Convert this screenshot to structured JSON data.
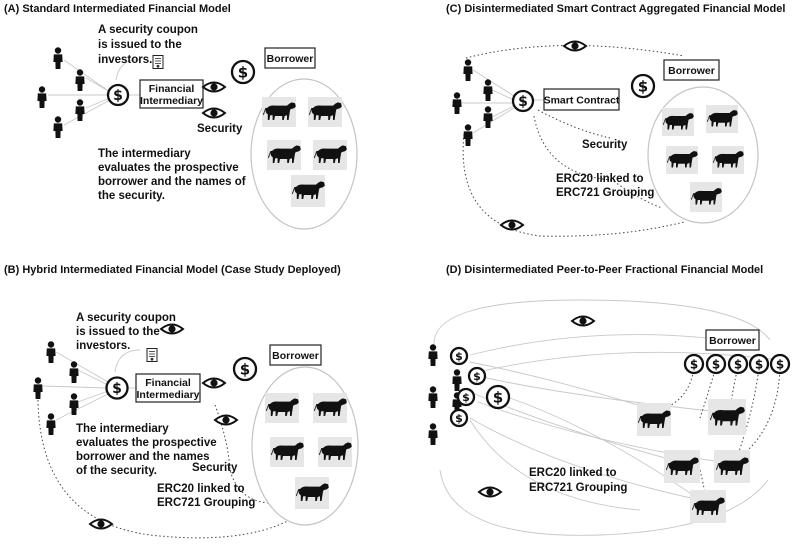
{
  "panels": {
    "a": {
      "title": "(A) Standard Intermediated Financial Model",
      "coupon_text": [
        "A security coupon",
        "is issued to the",
        "investors."
      ],
      "intermediary_label": [
        "Financial",
        "Intermediary"
      ],
      "borrower_label": "Borrower",
      "security_label": "Security",
      "evaluation_text": [
        "The intermediary",
        "evaluates the prospective",
        "borrower and the names of",
        "the security."
      ]
    },
    "b": {
      "title": "(B) Hybrid Intermediated Financial Model (Case Study Deployed)",
      "coupon_text": [
        "A security coupon",
        "is issued to the",
        "investors."
      ],
      "intermediary_label": [
        "Financial",
        "Intermediary"
      ],
      "borrower_label": "Borrower",
      "security_label": "Security",
      "evaluation_text": [
        "The intermediary",
        "evaluates the prospective",
        "borrower and the names",
        "of the security."
      ],
      "token_text": [
        "ERC20 linked to",
        "ERC721 Grouping"
      ]
    },
    "c": {
      "title": "(C) Disintermediated Smart Contract Aggregated Financial Model",
      "contract_label": "Smart Contract",
      "borrower_label": "Borrower",
      "security_label": "Security",
      "token_text": [
        "ERC20 linked to",
        "ERC721 Grouping"
      ]
    },
    "d": {
      "title": "(D) Disintermediated Peer-to-Peer Fractional Financial Model",
      "borrower_label": "Borrower",
      "token_text": [
        "ERC20 linked to",
        "ERC721 Grouping"
      ]
    }
  },
  "icons": {
    "coin": "dollar-coin-icon",
    "person": "person-icon",
    "eye": "eye-icon",
    "cow": "cow-icon",
    "document": "document-icon"
  }
}
